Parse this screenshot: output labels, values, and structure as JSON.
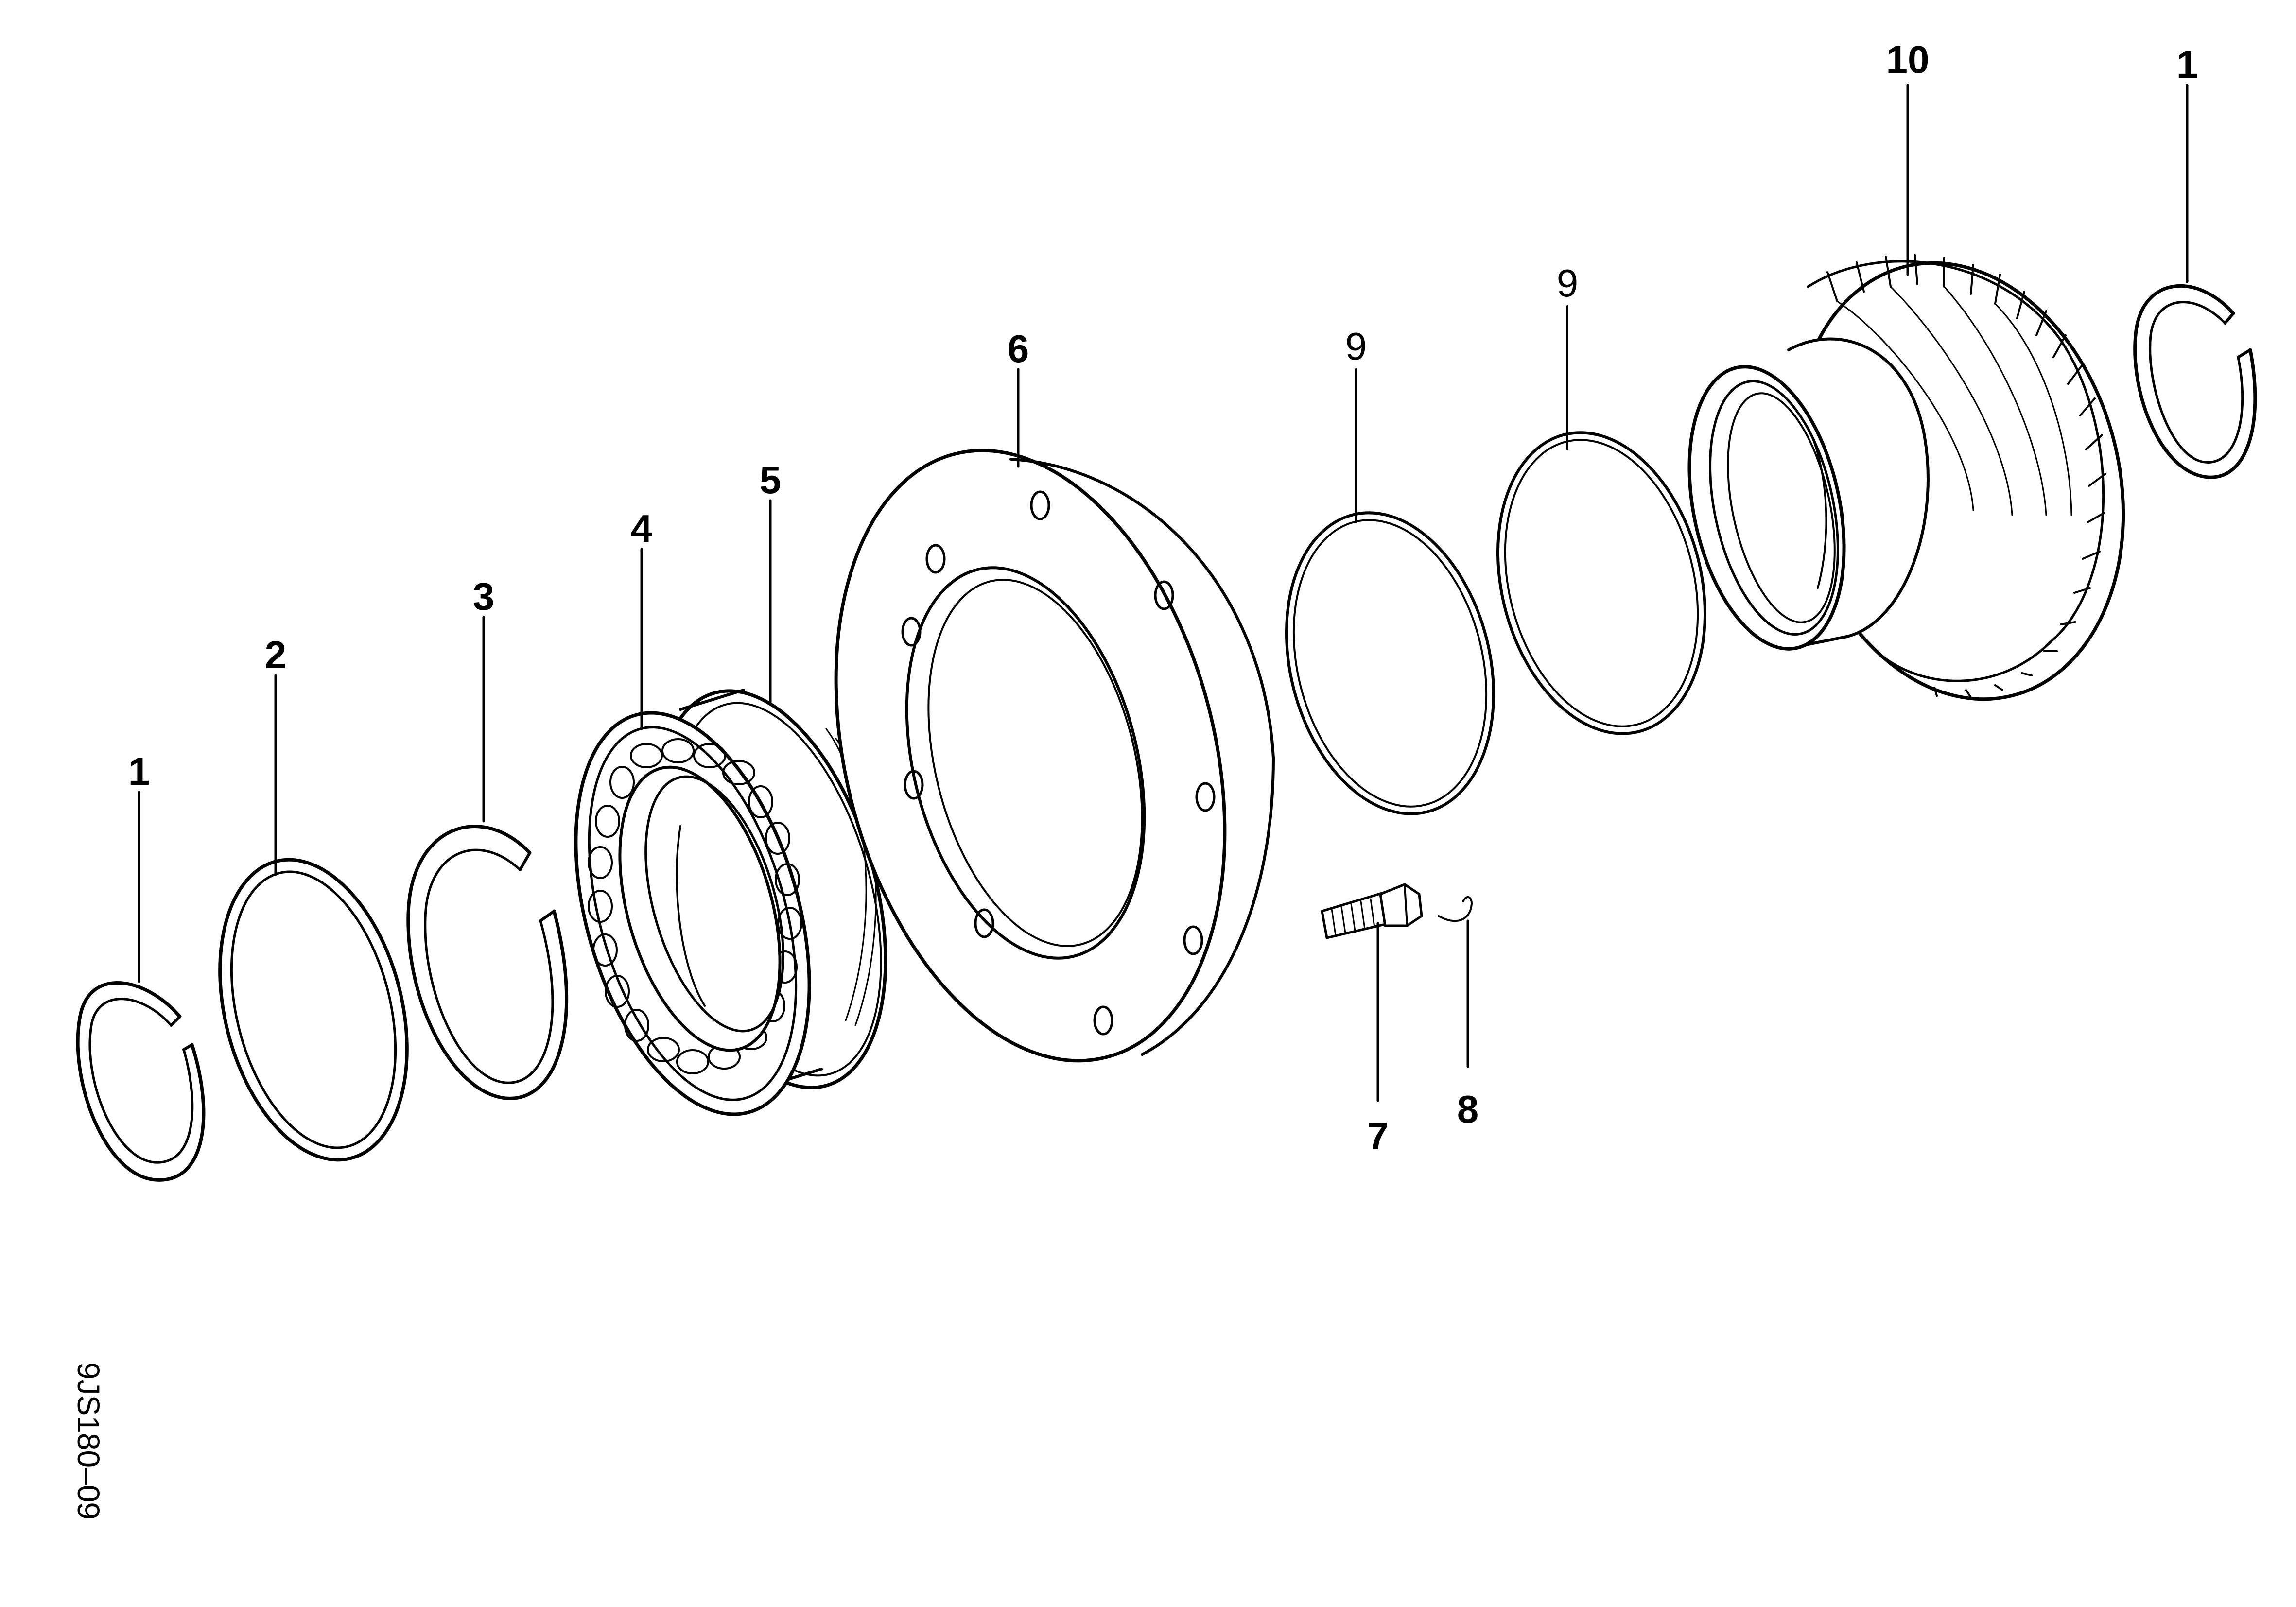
{
  "callouts": [
    {
      "id": "c1-left",
      "text": "1",
      "weight": "bold"
    },
    {
      "id": "c2",
      "text": "2",
      "weight": "bold"
    },
    {
      "id": "c3",
      "text": "3",
      "weight": "bold"
    },
    {
      "id": "c4",
      "text": "4",
      "weight": "bold"
    },
    {
      "id": "c5",
      "text": "5",
      "weight": "bold"
    },
    {
      "id": "c6",
      "text": "6",
      "weight": "bold"
    },
    {
      "id": "c7",
      "text": "7",
      "weight": "bold"
    },
    {
      "id": "c8",
      "text": "8",
      "weight": "bold"
    },
    {
      "id": "c9a",
      "text": "9",
      "weight": "normal"
    },
    {
      "id": "c9b",
      "text": "9",
      "weight": "normal"
    },
    {
      "id": "c10",
      "text": "10",
      "weight": "bold"
    },
    {
      "id": "c1-right",
      "text": "1",
      "weight": "bold"
    }
  ],
  "drawing_code": "9JS180–09",
  "parts": [
    {
      "callout": "1",
      "name": "snap-ring",
      "icon": "snap-ring-icon"
    },
    {
      "callout": "2",
      "name": "thin-ring",
      "icon": "flat-ring-icon"
    },
    {
      "callout": "3",
      "name": "snap-ring",
      "icon": "snap-ring-icon"
    },
    {
      "callout": "4",
      "name": "roller-bearing",
      "icon": "roller-bearing-icon"
    },
    {
      "callout": "5",
      "name": "bearing-outer-race",
      "icon": "bearing-race-icon"
    },
    {
      "callout": "6",
      "name": "bearing-retainer-plate",
      "icon": "flange-plate-icon"
    },
    {
      "callout": "7",
      "name": "flange-bolt",
      "icon": "bolt-icon"
    },
    {
      "callout": "8",
      "name": "lock-washer",
      "icon": "washer-icon"
    },
    {
      "callout": "9",
      "name": "o-ring",
      "icon": "o-ring-icon"
    },
    {
      "callout": "10",
      "name": "helical-gear",
      "icon": "gear-icon"
    }
  ]
}
